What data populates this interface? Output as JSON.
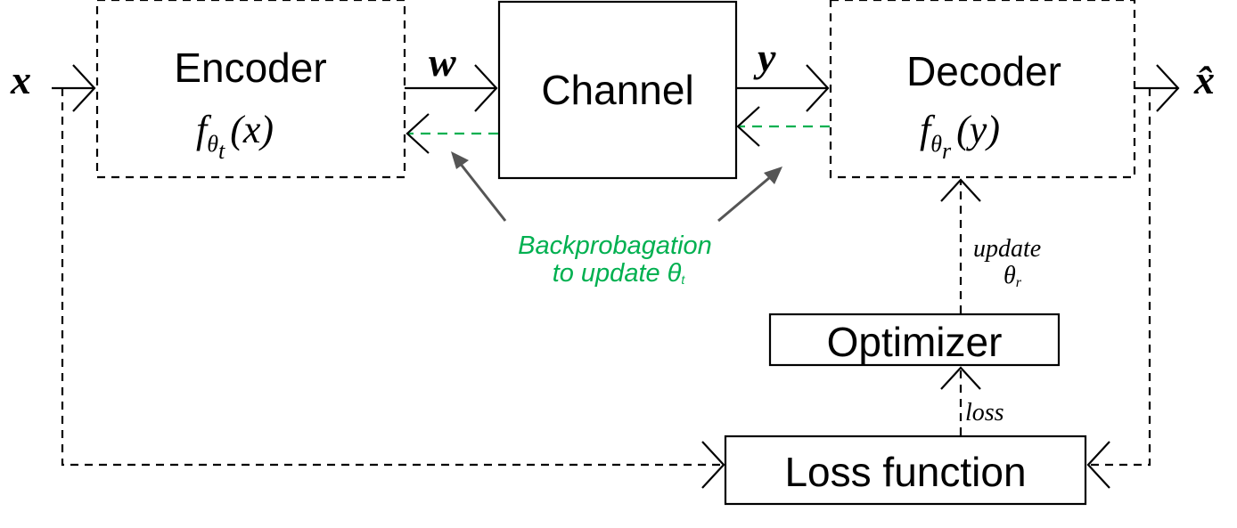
{
  "blocks": {
    "encoder": {
      "title": "Encoder",
      "func": "f",
      "sub": "θ",
      "subsub": "t",
      "arg": "(x)",
      "fill": "#ebf1de"
    },
    "channel": {
      "title": "Channel"
    },
    "decoder": {
      "title": "Decoder",
      "func": "f",
      "sub": "θ",
      "subsub": "r",
      "arg": "(y)",
      "fill": "#dbeef4"
    },
    "optimizer": {
      "title": "Optimizer"
    },
    "loss": {
      "title": "Loss function"
    }
  },
  "signals": {
    "input": "x",
    "encoded": "w",
    "received": "y",
    "output": "x̂"
  },
  "annotations": {
    "backprop_line1": "Backprobagation",
    "backprop_line2": "to update θ",
    "backprop_sub": "t",
    "update_word": "update",
    "update_param": "θ",
    "update_param_sub": "r",
    "loss_word": "loss"
  },
  "colors": {
    "backprop": "#00b050",
    "pointer": "#555555"
  }
}
